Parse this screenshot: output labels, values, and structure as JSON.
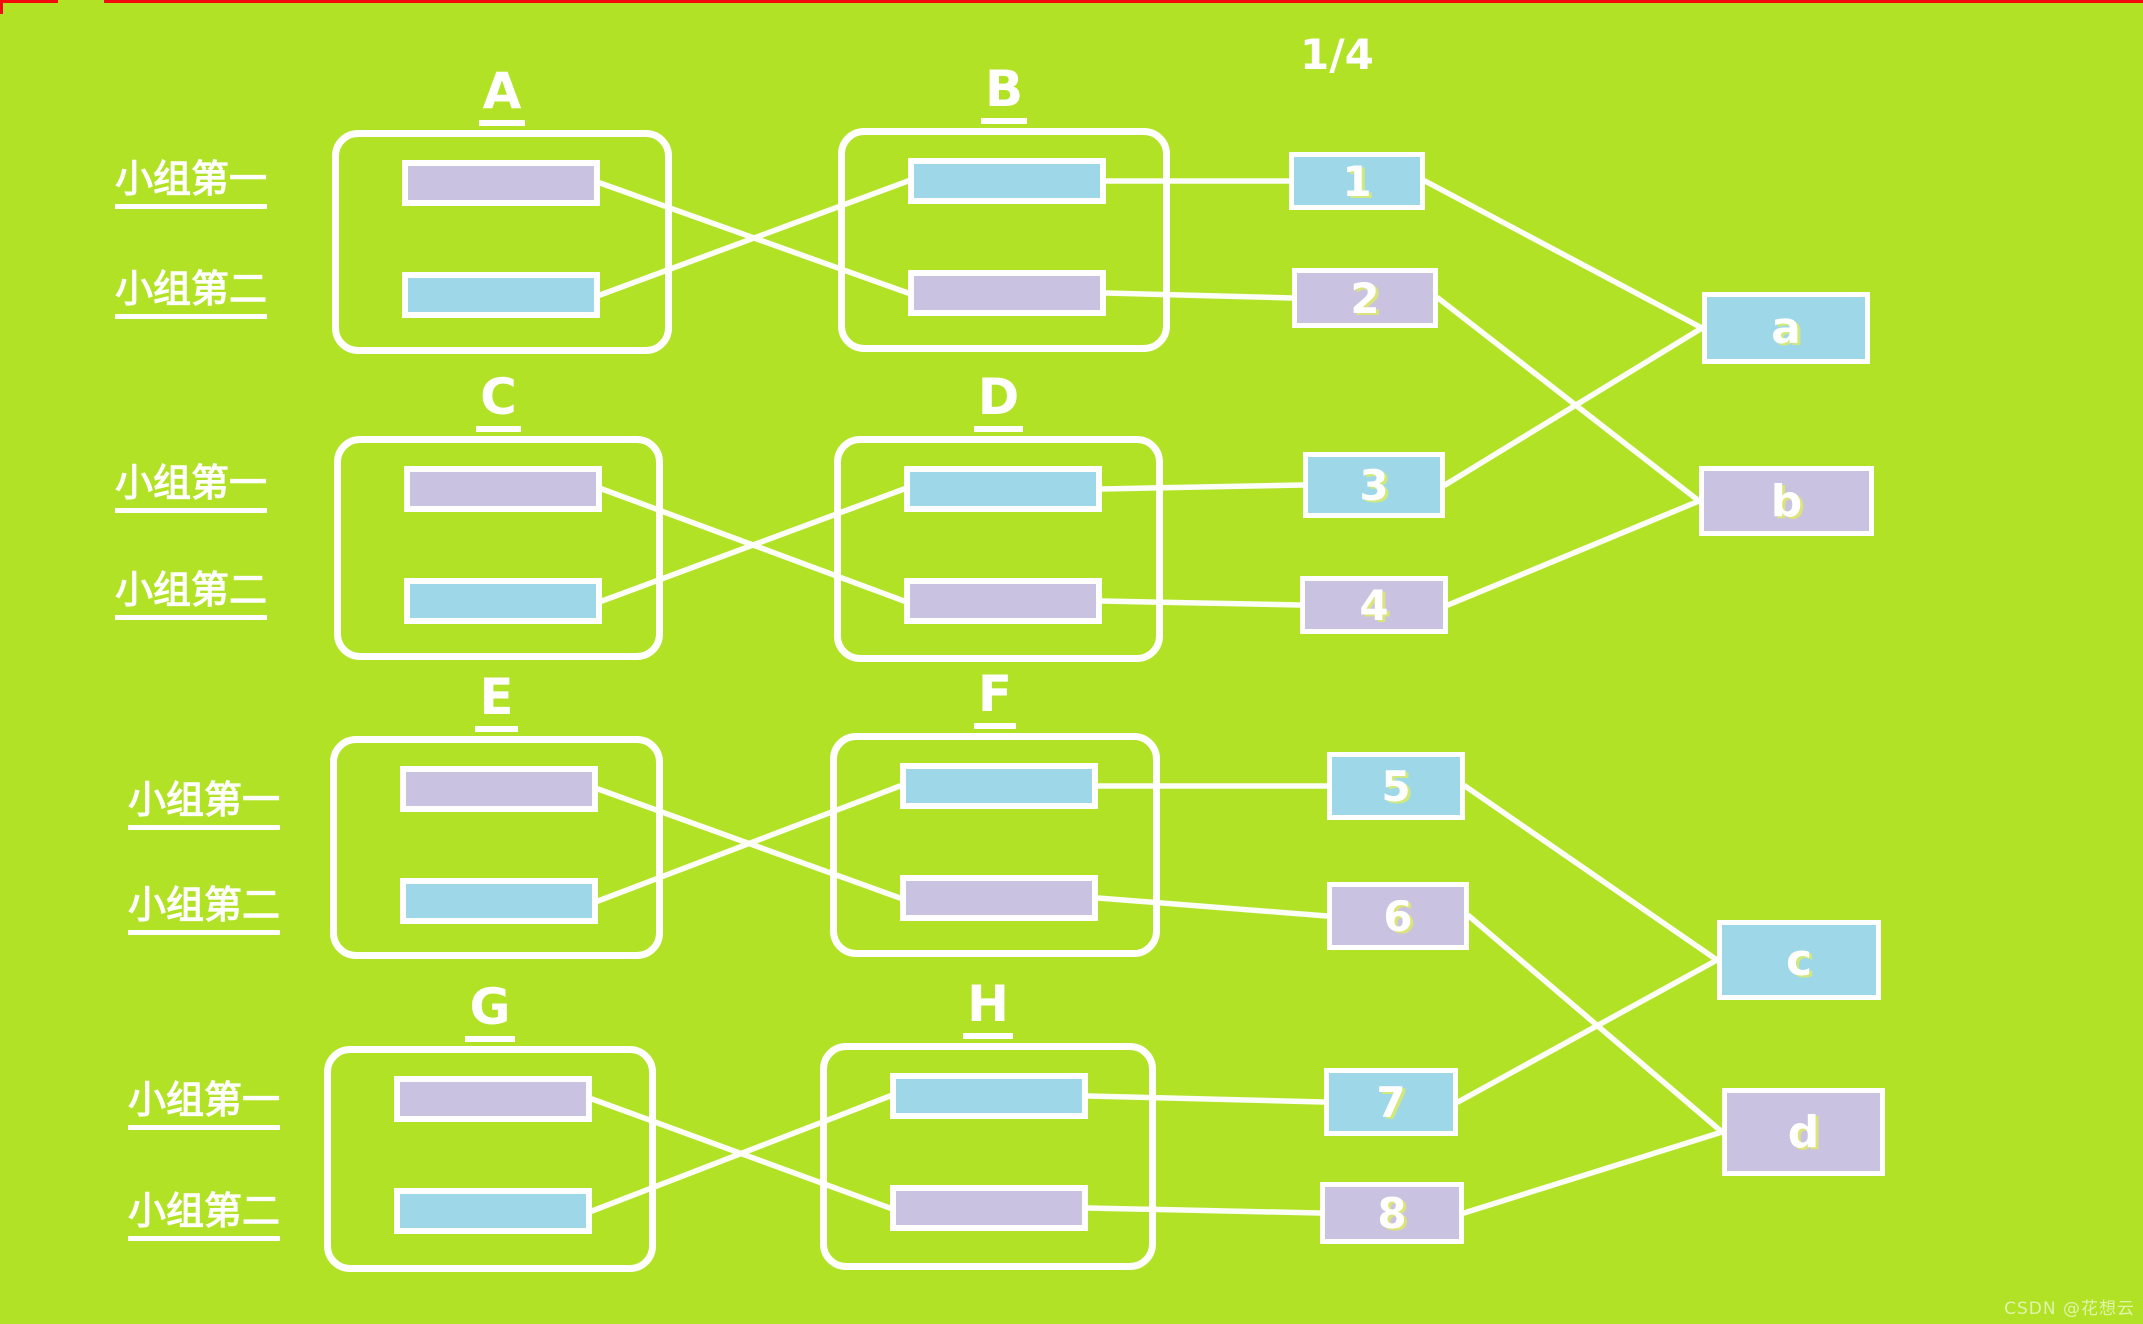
{
  "title": "1/4",
  "watermark": "CSDN @花想云",
  "colors": {
    "background": "#b2e225",
    "cyan": "#9ed8e8",
    "purple": "#c9c2e0",
    "line": "#ffffff",
    "artifact_red": "#f30b0b"
  },
  "row_labels": {
    "first": "小组第一",
    "second": "小组第二"
  },
  "groups": [
    {
      "id": "A",
      "label": "A",
      "slots": [
        "purple",
        "cyan"
      ]
    },
    {
      "id": "B",
      "label": "B",
      "slots": [
        "cyan",
        "purple"
      ]
    },
    {
      "id": "C",
      "label": "C",
      "slots": [
        "purple",
        "cyan"
      ]
    },
    {
      "id": "D",
      "label": "D",
      "slots": [
        "cyan",
        "purple"
      ]
    },
    {
      "id": "E",
      "label": "E",
      "slots": [
        "purple",
        "cyan"
      ]
    },
    {
      "id": "F",
      "label": "F",
      "slots": [
        "cyan",
        "purple"
      ]
    },
    {
      "id": "G",
      "label": "G",
      "slots": [
        "purple",
        "cyan"
      ]
    },
    {
      "id": "H",
      "label": "H",
      "slots": [
        "cyan",
        "purple"
      ]
    }
  ],
  "quarter_boxes": [
    {
      "id": "1",
      "label": "1",
      "color": "cyan"
    },
    {
      "id": "2",
      "label": "2",
      "color": "purple"
    },
    {
      "id": "3",
      "label": "3",
      "color": "cyan"
    },
    {
      "id": "4",
      "label": "4",
      "color": "purple"
    },
    {
      "id": "5",
      "label": "5",
      "color": "cyan"
    },
    {
      "id": "6",
      "label": "6",
      "color": "purple"
    },
    {
      "id": "7",
      "label": "7",
      "color": "cyan"
    },
    {
      "id": "8",
      "label": "8",
      "color": "purple"
    }
  ],
  "semi_boxes": [
    {
      "id": "a",
      "label": "a",
      "color": "cyan"
    },
    {
      "id": "b",
      "label": "b",
      "color": "purple"
    },
    {
      "id": "c",
      "label": "c",
      "color": "cyan"
    },
    {
      "id": "d",
      "label": "d",
      "color": "purple"
    }
  ],
  "connections": [
    {
      "from": "A.top",
      "to": "B.bottom"
    },
    {
      "from": "A.bottom",
      "to": "B.top"
    },
    {
      "from": "B.top",
      "to": "1"
    },
    {
      "from": "B.bottom",
      "to": "2"
    },
    {
      "from": "C.top",
      "to": "D.bottom"
    },
    {
      "from": "C.bottom",
      "to": "D.top"
    },
    {
      "from": "D.top",
      "to": "3"
    },
    {
      "from": "D.bottom",
      "to": "4"
    },
    {
      "from": "E.top",
      "to": "F.bottom"
    },
    {
      "from": "E.bottom",
      "to": "F.top"
    },
    {
      "from": "F.top",
      "to": "5"
    },
    {
      "from": "F.bottom",
      "to": "6"
    },
    {
      "from": "G.top",
      "to": "H.bottom"
    },
    {
      "from": "G.bottom",
      "to": "H.top"
    },
    {
      "from": "H.top",
      "to": "7"
    },
    {
      "from": "H.bottom",
      "to": "8"
    },
    {
      "from": "1",
      "to": "a"
    },
    {
      "from": "3",
      "to": "a"
    },
    {
      "from": "2",
      "to": "b"
    },
    {
      "from": "4",
      "to": "b"
    },
    {
      "from": "5",
      "to": "c"
    },
    {
      "from": "7",
      "to": "c"
    },
    {
      "from": "6",
      "to": "d"
    },
    {
      "from": "8",
      "to": "d"
    }
  ]
}
